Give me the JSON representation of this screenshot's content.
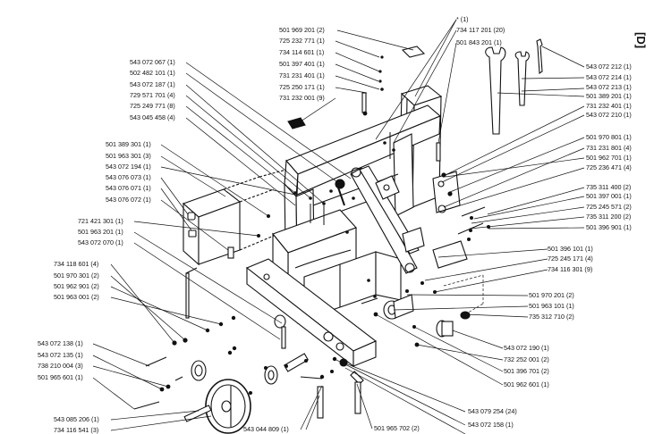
{
  "sheet_mark": "[D]",
  "labels": {
    "l_star": "* (1)",
    "l_734117201": "734 117 201 (20)",
    "l_501843201": "501 843 201 (1)",
    "l_501969201": "501 969 201 (2)",
    "l_725232771": "725 232 771 (1)",
    "l_734114601": "734 114 601 (1)",
    "l_501397401": "501 397 401 (1)",
    "l_731231401": "731 231 401 (1)",
    "l_725250171": "725 250 171 (1)",
    "l_731232001": "731 232 001 (9)",
    "l_543072067": "543 072 067 (1)",
    "l_502482101": "502 482 101 (1)",
    "l_543072187": "543 072 187 (1)",
    "l_729571701": "729 571 701 (4)",
    "l_725249771": "725 249 771 (8)",
    "l_543045458": "543 045 458 (4)",
    "l_543072212": "543 072 212 (1)",
    "l_543072214": "543 072 214 (1)",
    "l_543072213": "543 072 213 (1)",
    "l_501389201": "501 389 201 (1)",
    "l_731232401": "731 232 401 (1)",
    "l_543072210": "543 072 210 (1)",
    "l_501389301": "501 389 301 (1)",
    "l_501963301": "501 963 301 (3)",
    "l_543072194": "543 072 194 (1)",
    "l_543076073": "543 076 073 (1)",
    "l_543076071": "543 076 071 (1)",
    "l_543076072": "543 076 072 (1)",
    "l_501970801": "501 970 801 (1)",
    "l_731231801": "731 231 801 (4)",
    "l_501962701": "501 962 701 (1)",
    "l_725236471": "725 236 471 (4)",
    "l_735311400": "735 311 400 (2)",
    "l_501397001": "501 397 001 (1)",
    "l_725245571": "725 245 571 (2)",
    "l_735311200": "735 311 200 (2)",
    "l_501396901": "501 396 901 (1)",
    "l_721421301": "721 421 301 (1)",
    "l_501963201": "501 963 201 (1)",
    "l_543072070": "543 072 070 (1)",
    "l_501396101": "501 396 101 (1)",
    "l_725245171": "725 245 171 (4)",
    "l_734116301": "734 116 301 (9)",
    "l_734118601": "734 118 601 (4)",
    "l_501970301": "501 970 301 (2)",
    "l_501962901": "501 962 901 (2)",
    "l_501963001": "501 963 001 (2)",
    "l_501970201": "501 970 201 (2)",
    "l_501963101": "501 963 101 (1)",
    "l_735312710": "735 312 710 (2)",
    "l_543072138": "543 072 138 (1)",
    "l_543072135": "543 072 135 (1)",
    "l_738210004": "738 210 004 (3)",
    "l_501965601": "501 965 601 (1)",
    "l_543072190": "543 072 190 (1)",
    "l_732252001": "732 252 001 (2)",
    "l_501396701": "501 396 701 (2)",
    "l_501962601": "501 962 601 (1)",
    "l_543085206": "543 085 206 (1)",
    "l_734116541": "734 116 541 (3)",
    "l_543044809": "543 044 809 (1)",
    "l_501965702": "501 965 702 (2)",
    "l_543079254": "543 079 254 (24)",
    "l_543072158": "543 072 158 (1)"
  }
}
